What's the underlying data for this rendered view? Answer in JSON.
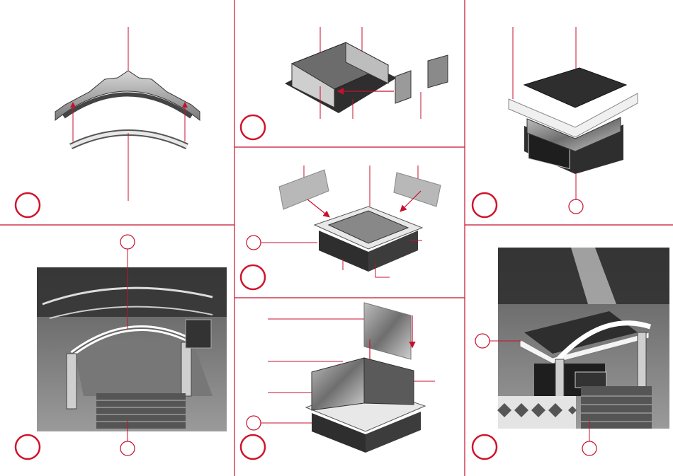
{
  "document": {
    "colors": {
      "divider": "#c8102e",
      "step_circle": "#d0142c",
      "leader": "#c8102e",
      "part_dark": "#3a3a3a",
      "part_mid": "#8a8a8a",
      "part_light": "#e6e6e6",
      "metal": "#b9b9b9"
    },
    "panels": [
      {
        "id": "p1",
        "name": "arch-assembly"
      },
      {
        "id": "p2",
        "name": "booth-base-walls"
      },
      {
        "id": "p3",
        "name": "booth-with-roof"
      },
      {
        "id": "p4",
        "name": "stairs-arch-on-ride"
      },
      {
        "id": "p5",
        "name": "booth-wall-panels"
      },
      {
        "id": "p6",
        "name": "booth-mounted-on-ride"
      },
      {
        "id": "p7",
        "name": "booth-window-panel"
      }
    ],
    "icons": [
      "step-circle-icon",
      "callout-circle-icon",
      "arrow-icon"
    ]
  }
}
